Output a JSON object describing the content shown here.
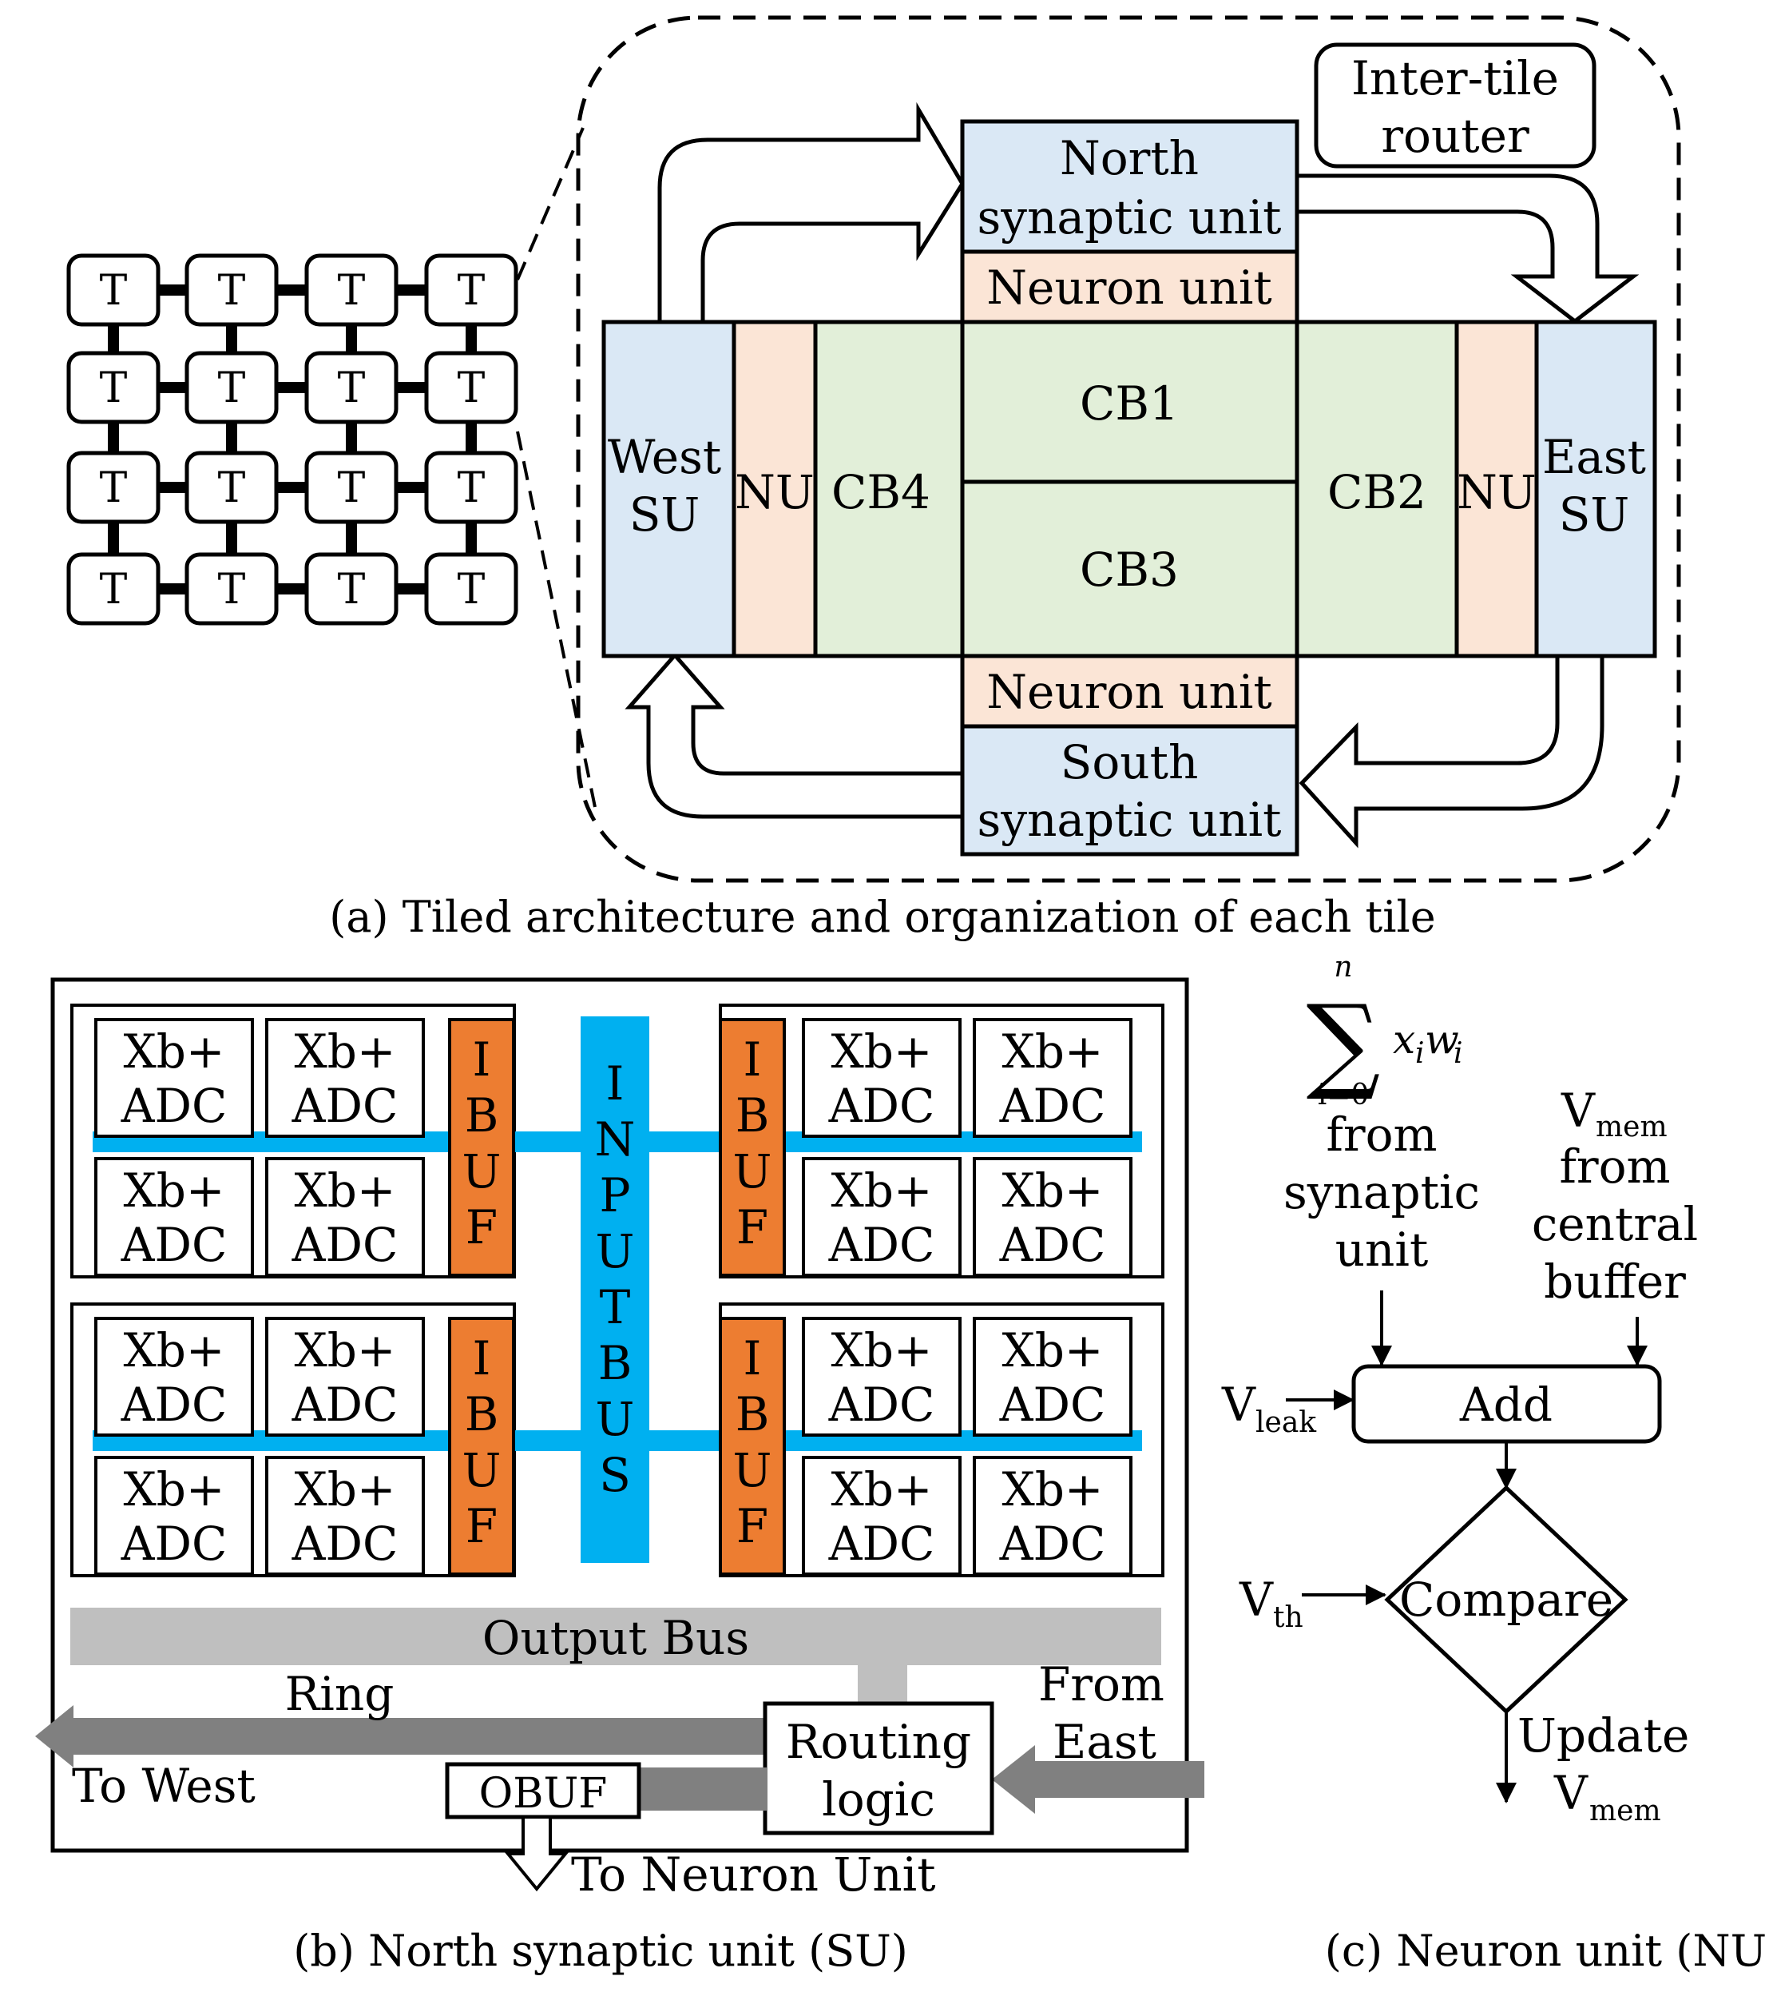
{
  "colors": {
    "synaptic_unit": "#dae8f5",
    "neuron_unit": "#fbe5d6",
    "crossbar": "#e2efd9",
    "ibuf": "#ed7d31",
    "input_bus": "#00b0f0",
    "output_bus": "#bfbfbf",
    "ring": "#808080",
    "line": "#000000"
  },
  "panel_a": {
    "tile_label": "T",
    "router_line1": "Inter-tile",
    "router_line2": "router",
    "north_su_line1": "North",
    "north_su_line2": "synaptic unit",
    "south_su_line1": "South",
    "south_su_line2": "synaptic unit",
    "north_nu": "Neuron unit",
    "south_nu": "Neuron unit",
    "west_su_line1": "West",
    "west_su_line2": "SU",
    "east_su_line1": "East",
    "east_su_line2": "SU",
    "west_nu": "NU",
    "east_nu": "NU",
    "cb1": "CB1",
    "cb2": "CB2",
    "cb3": "CB3",
    "cb4": "CB4",
    "caption": "(a) Tiled architecture and organization of each tile"
  },
  "panel_b": {
    "xb_line1": "Xb+",
    "xb_line2": "ADC",
    "ibuf_letters": [
      "I",
      "B",
      "U",
      "F"
    ],
    "input_bus_letters": [
      "I",
      "N",
      "P",
      "U",
      "T",
      "B",
      "U",
      "S"
    ],
    "output_bus": "Output Bus",
    "ring": "Ring",
    "to_west": "To West",
    "from_east_line1": "From",
    "from_east_line2": "East",
    "routing_line1": "Routing",
    "routing_line2": "logic",
    "obuf": "OBUF",
    "to_neuron": "To Neuron Unit",
    "caption": "(b) North synaptic unit (SU)"
  },
  "panel_c": {
    "sum_symbol": "∑",
    "sum_upper": "n",
    "sum_lower": "i=0",
    "sum_term_x": "x",
    "sum_term_w": "w",
    "sum_term_sub": "i",
    "from_syn_line1": "from",
    "from_syn_line2": "synaptic",
    "from_syn_line3": "unit",
    "vmem_main": "V",
    "vmem_sub": "mem",
    "from_buf_line1": "from",
    "from_buf_line2": "central",
    "from_buf_line3": "buffer",
    "vleak_main": "V",
    "vleak_sub": "leak",
    "vth_main": "V",
    "vth_sub": "th",
    "add": "Add",
    "compare": "Compare",
    "update_line1": "Update",
    "update_vmem_main": "V",
    "update_vmem_sub": "mem",
    "caption": "(c) Neuron unit (NU)"
  }
}
